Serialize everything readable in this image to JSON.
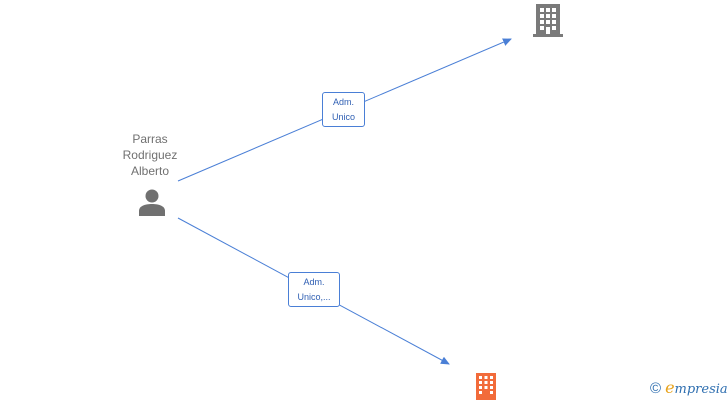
{
  "person": {
    "name_lines": [
      "Parras",
      "Rodriguez",
      "Alberto"
    ],
    "icon": "person-icon"
  },
  "relations": [
    {
      "label_lines": [
        "Adm.",
        "Unico"
      ]
    },
    {
      "label_lines": [
        "Adm.",
        "Unico,..."
      ]
    }
  ],
  "companies": [
    {
      "icon": "building-icon",
      "color": "#7a7a7a"
    },
    {
      "icon": "building-icon",
      "color": "#f26b3a"
    }
  ],
  "watermark": {
    "symbol": "©",
    "brand_initial": "e",
    "brand_rest": "mpresia"
  },
  "colors": {
    "edge": "#4a7fd6",
    "person": "#707070"
  }
}
